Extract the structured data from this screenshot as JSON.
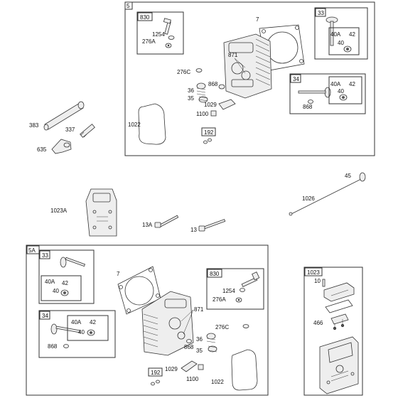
{
  "labels": {
    "top_box": "5",
    "top_830": "830",
    "top_1254": "1254",
    "top_276A": "276A",
    "top_7": "7",
    "top_871": "871",
    "top_276C": "276C",
    "top_868": "868",
    "top_36": "36",
    "top_35": "35",
    "top_1029": "1029",
    "top_1100": "1100",
    "top_1022": "1022",
    "top_192": "192",
    "top_33": "33",
    "top_40A": "40A",
    "top_42": "42",
    "top_40": "40",
    "top_34": "34",
    "top_34_40A": "40A",
    "top_34_42": "42",
    "top_34_40": "40",
    "top_34_868": "868",
    "l_383": "383",
    "l_337": "337",
    "l_635": "635",
    "l_1023A": "1023A",
    "l_13A": "13A",
    "l_13": "13",
    "l_45": "45",
    "l_1026": "1026",
    "bot_box": "5A",
    "bot_33": "33",
    "bot_40A": "40A",
    "bot_42": "42",
    "bot_40": "40",
    "bot_34": "34",
    "bot_34_40A": "40A",
    "bot_34_42": "42",
    "bot_34_40": "40",
    "bot_868": "868",
    "bot_7": "7",
    "bot_871": "871",
    "bot_830": "830",
    "bot_1254": "1254",
    "bot_276A": "276A",
    "bot_276C": "276C",
    "bot_36": "36",
    "bot_868b": "868",
    "bot_35": "35",
    "bot_1029": "1029",
    "bot_1100": "1100",
    "bot_192": "192",
    "bot_1022": "1022",
    "r_1023": "1023",
    "r_10": "10",
    "r_466": "466"
  }
}
